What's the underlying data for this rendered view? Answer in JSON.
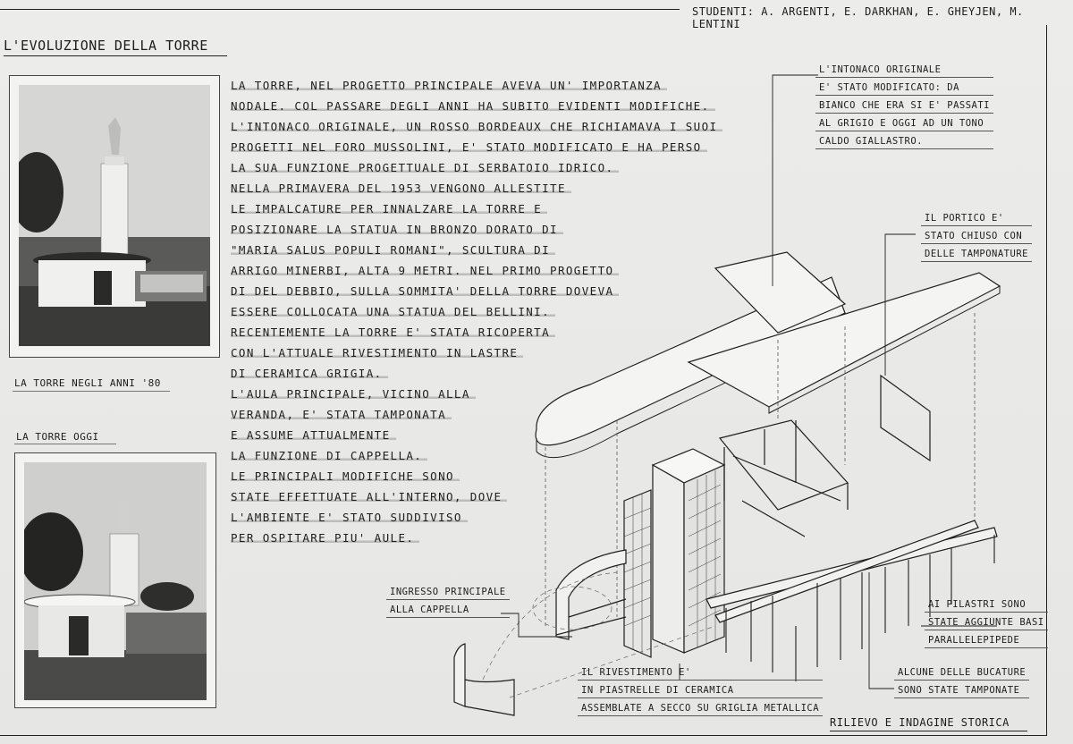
{
  "header": {
    "students": "STUDENTI: A. ARGENTI, E. DARKHAN, E. GHEYJEN, M. LENTINI",
    "title": "L'EVOLUZIONE DELLA TORRE"
  },
  "photos": [
    {
      "caption": "LA TORRE NEGLI ANNI '80"
    },
    {
      "caption": "LA TORRE OGGI"
    }
  ],
  "body_lines": [
    "LA TORRE, NEL PROGETTO PRINCIPALE AVEVA UN' IMPORTANZA",
    "NODALE. COL PASSARE DEGLI ANNI HA SUBITO EVIDENTI MODIFICHE.",
    "L'INTONACO ORIGINALE, UN ROSSO BORDEAUX CHE RICHIAMAVA I SUOI",
    "PROGETTI NEL FORO MUSSOLINI, E' STATO MODIFICATO E HA PERSO",
    "LA SUA FUNZIONE PROGETTUALE DI SERBATOIO IDRICO.",
    "NELLA PRIMAVERA DEL 1953 VENGONO ALLESTITE",
    "LE IMPALCATURE PER INNALZARE LA TORRE E",
    "POSIZIONARE LA STATUA IN BRONZO DORATO DI",
    "\"MARIA SALUS POPULI ROMANI\", SCULTURA DI",
    "ARRIGO MINERBI, ALTA 9 METRI. NEL PRIMO PROGETTO",
    "DI DEL DEBBIO, SULLA SOMMITA' DELLA TORRE DOVEVA",
    "ESSERE COLLOCATA UNA STATUA DEL BELLINI.",
    "RECENTEMENTE LA TORRE E' STATA RICOPERTA",
    "CON L'ATTUALE RIVESTIMENTO IN LASTRE",
    "DI CERAMICA GRIGIA.",
    "L'AULA PRINCIPALE, VICINO ALLA",
    "VERANDA, E' STATA TAMPONATA",
    "E ASSUME ATTUALMENTE",
    "LA FUNZIONE DI CAPPELLA.",
    "LE PRINCIPALI MODIFICHE SONO",
    "STATE EFFETTUATE ALL'INTERNO, DOVE",
    "L'AMBIENTE E' STATO SUDDIVISO",
    "PER OSPITARE PIU' AULE."
  ],
  "annotations": {
    "intonaco": [
      "L'INTONACO ORIGINALE",
      "E' STATO MODIFICATO: DA",
      "BIANCO CHE ERA SI E' PASSATI",
      "AL GRIGIO E OGGI AD UN TONO",
      "CALDO GIALLASTRO."
    ],
    "portico": [
      "IL PORTICO E'",
      "STATO CHIUSO CON",
      "DELLE TAMPONATURE"
    ],
    "ingresso": [
      "INGRESSO PRINCIPALE",
      "ALLA CAPPELLA"
    ],
    "rivestimento": [
      "IL RIVESTIMENTO E'",
      "IN PIASTRELLE DI CERAMICA",
      "ASSEMBLATE A SECCO SU GRIGLIA METALLICA"
    ],
    "pilastri": [
      "AI PILASTRI SONO",
      "STATE AGGIUNTE BASI",
      "PARALLELEPIPEDE"
    ],
    "bucature": [
      "ALCUNE DELLE BUCATURE",
      "SONO STATE TAMPONATE"
    ]
  },
  "footer": {
    "label": "RILIEVO E INDAGINE STORICA"
  }
}
